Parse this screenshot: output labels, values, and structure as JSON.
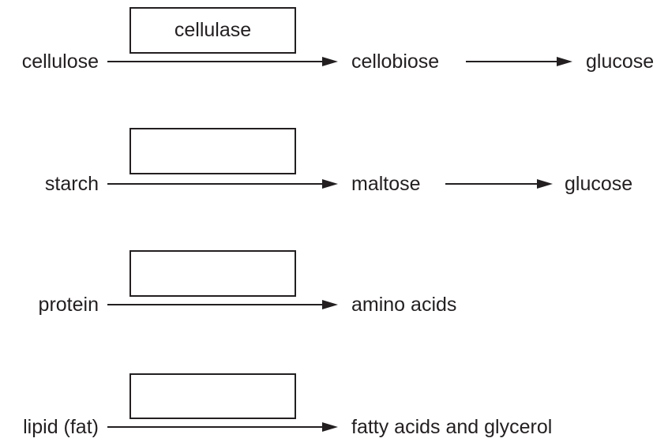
{
  "pathways": [
    {
      "substrate": "cellulose",
      "enzyme": "cellulase",
      "products": [
        "cellobiose",
        "glucose"
      ]
    },
    {
      "substrate": "starch",
      "enzyme": "",
      "products": [
        "maltose",
        "glucose"
      ]
    },
    {
      "substrate": "protein",
      "enzyme": "",
      "products": [
        "amino acids"
      ]
    },
    {
      "substrate": "lipid (fat)",
      "enzyme": "",
      "products": [
        "fatty acids and glycerol"
      ]
    }
  ]
}
